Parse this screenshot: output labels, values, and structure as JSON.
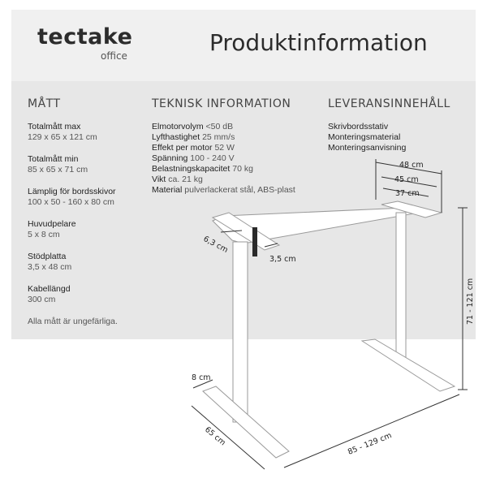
{
  "brand": {
    "name": "tectake",
    "sub": "office"
  },
  "title": "Produktinformation",
  "columns": {
    "matt": {
      "heading": "MÅTT",
      "specs": [
        {
          "label": "Totalmått max",
          "value": "129 x 65 x 121 cm"
        },
        {
          "label": "Totalmått min",
          "value": "85 x 65 x 71 cm"
        },
        {
          "label": "Lämplig för bordsskivor",
          "value": "100 x 50 - 160 x 80 cm"
        },
        {
          "label": "Huvudpelare",
          "value": "5 x 8 cm"
        },
        {
          "label": "Stödplatta",
          "value": "3,5 x 48 cm"
        },
        {
          "label": "Kabellängd",
          "value": "300 cm"
        }
      ],
      "note": "Alla mått är ungefärliga."
    },
    "teknisk": {
      "heading": "TEKNISK INFORMATION",
      "rows": [
        {
          "label": "Elmotorvolym",
          "value": "<50 dB"
        },
        {
          "label": "Lyfthastighet",
          "value": "25 mm/s"
        },
        {
          "label": "Effekt per motor",
          "value": "52 W"
        },
        {
          "label": "Spänning",
          "value": "100 - 240 V"
        },
        {
          "label": "Belastningskapacitet",
          "value": "70 kg"
        },
        {
          "label": "Vikt",
          "value": "ca. 21 kg"
        },
        {
          "label": "Material",
          "value": "pulverlackerat stål, ABS-plast"
        }
      ]
    },
    "leverans": {
      "heading": "LEVERANSINNEHÅLL",
      "items": [
        "Skrivbordsstativ",
        "Monteringsmaterial",
        "Monteringsanvisning"
      ]
    }
  },
  "dimensions": {
    "top_width": "48 cm",
    "mid_width": "45 cm",
    "inner_width": "37 cm",
    "beam": "6,3 cm",
    "profile": "3,5 cm",
    "foot_width": "8 cm",
    "depth": "65 cm",
    "length": "85 - 129 cm",
    "height": "71 - 121 cm"
  }
}
